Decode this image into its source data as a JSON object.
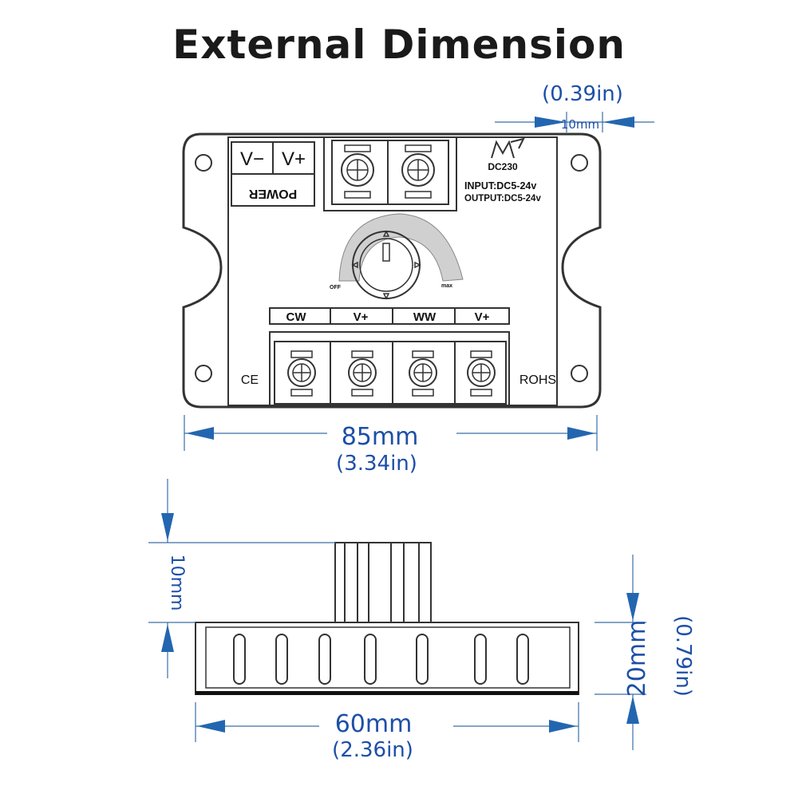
{
  "title": "External Dimension",
  "top_view": {
    "logo_text": "M",
    "model": "DC230",
    "input_label": "INPUT:DC5-24v",
    "output_label": "OUTPUT:DC5-24v",
    "power_minus": "V−",
    "power_plus": "V+",
    "power_label": "POWER",
    "knob_off": "OFF",
    "knob_max": "max",
    "terminals": [
      "CW",
      "V+",
      "WW",
      "V+"
    ],
    "ce_mark": "CE",
    "rohs_mark": "ROHS",
    "width_mm": "85mm",
    "width_in": "(3.34in)",
    "height_mm": "10mm",
    "height_in": "(0.39in)"
  },
  "side_view": {
    "knob_height_mm": "10mm",
    "body_height_mm": "20mm",
    "body_height_in": "(0.79in)",
    "width_mm": "60mm",
    "width_in": "(2.36in)"
  },
  "colors": {
    "dimension_text": "#1d4fa8",
    "dimension_arrow": "#2366b0",
    "outline": "#333333"
  }
}
